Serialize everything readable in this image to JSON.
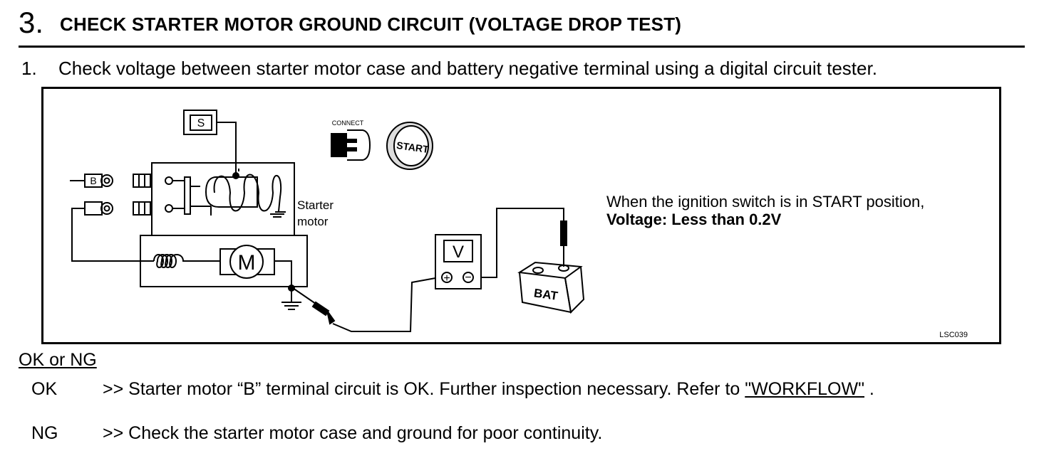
{
  "step": {
    "number": "3.",
    "title": "CHECK STARTER MOTOR GROUND CIRCUIT (VOLTAGE DROP TEST)"
  },
  "instruction": {
    "number": "1.",
    "text": "Check voltage between starter motor case and battery negative terminal using a digital circuit tester."
  },
  "figure": {
    "labels": {
      "s_terminal": "S",
      "b_terminal": "B",
      "connect": "CONNECT",
      "start": "START",
      "starter_motor_line1": "Starter",
      "starter_motor_line2": "motor",
      "motor": "M",
      "voltmeter": "V",
      "plus": "+",
      "minus": "−",
      "battery": "BAT"
    },
    "caption_line1": "When the ignition switch is in START position,",
    "caption_spec": "Voltage: Less than 0.2V",
    "figure_id": "LSC039"
  },
  "results": {
    "title": "OK or NG",
    "ok": {
      "code": "OK",
      "text_before": ">> Starter motor “B” terminal circuit is OK. Further inspection necessary. Refer to ",
      "link": "\"WORKFLOW\"",
      "text_after": " ."
    },
    "ng": {
      "code": "NG",
      "text": ">> Check the starter motor case and ground for poor continuity."
    }
  }
}
